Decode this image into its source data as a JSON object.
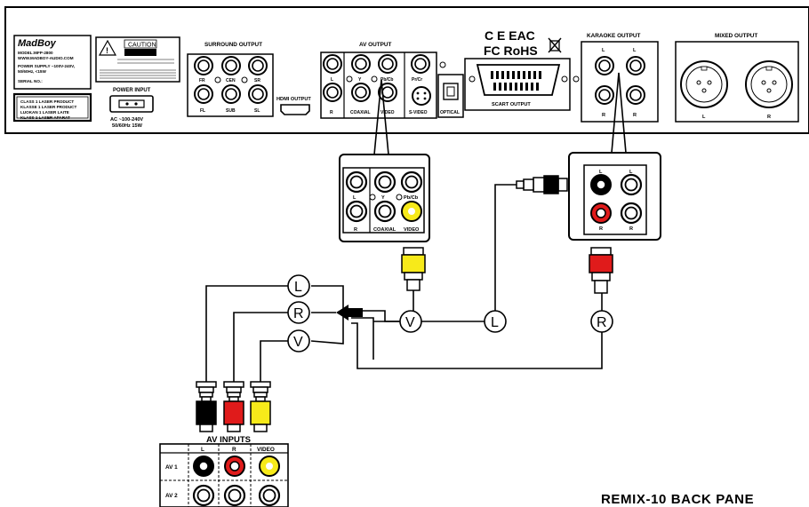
{
  "panel": {
    "brand": "MadBoy",
    "model": "MODEL:MFP-2800",
    "website": "WWW.MADBOY-AUDIO.COM",
    "power_supply_1": "POWER SUPPLY ~100V-240V,",
    "power_supply_2": "50/60Hz, <15W",
    "serial": "SERIAL NO.:",
    "laser_lines": [
      "CLASS 1 LASER PRODUCT",
      "KLASSE 1 LASER PRODUCT",
      "LUOKAN 1 LASER LAITE",
      "KLASS 1 LASER APARAT"
    ],
    "caution": "CAUTION",
    "power_input": "POWER INPUT",
    "power_rating_1": "AC ~100-240V",
    "power_rating_2": "50/60Hz 15W",
    "surround_title": "SURROUND OUTPUT",
    "surround_labels": {
      "fr": "FR",
      "cen": "CEN",
      "sr": "SR",
      "fl": "FL",
      "sub": "SUB",
      "sl": "SL"
    },
    "hdmi": "HDMI OUTPUT",
    "av_title": "AV OUTPUT",
    "av_labels": {
      "l": "L",
      "y": "Y",
      "pbcb": "Pb/Cb",
      "prcr": "Pr/Cr",
      "r": "R",
      "coaxial": "COAXIAL",
      "video": "VIDEO",
      "svideo": "S-VIDEO"
    },
    "optical": "OPTICAL",
    "certs_1": "C E EAC",
    "certs_2": "FC RoHS",
    "scart": "SCART OUTPUT",
    "karaoke_title": "KARAOKE OUTPUT",
    "karaoke_labels": {
      "l": "L",
      "r": "R"
    },
    "mixed_title": "MIXED OUTPUT",
    "mixed_labels": {
      "l": "L",
      "r": "R"
    }
  },
  "zoom_av": {
    "l": "L",
    "y": "Y",
    "pbcb": "Pb/Cb",
    "r": "R",
    "coaxial": "COAXIAL",
    "video": "VIDEO"
  },
  "zoom_karaoke": {
    "l": "L",
    "r": "R"
  },
  "cable_labels": {
    "l": "L",
    "r": "R",
    "v": "V"
  },
  "inputs": {
    "title": "AV INPUTS",
    "col_l": "L",
    "col_r": "R",
    "col_video": "VIDEO",
    "row1": "AV 1",
    "row2": "AV 2"
  },
  "caption": "REMIX-10 BACK PANE",
  "colors": {
    "red": "#e01b1b",
    "yellow": "#f7ea1a",
    "black": "#000000",
    "white": "#ffffff"
  }
}
